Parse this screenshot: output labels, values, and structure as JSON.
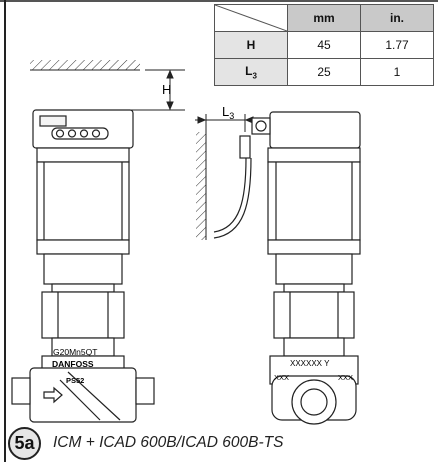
{
  "table": {
    "header": [
      "mm",
      "in."
    ],
    "rows": [
      {
        "label": "H",
        "mm": "45",
        "in": "1.77"
      },
      {
        "label": "L",
        "label_sub": "3",
        "mm": "25",
        "in": "1"
      }
    ]
  },
  "drawing": {
    "dim_h": "H",
    "dim_l3": "L",
    "dim_l3_sub": "3",
    "valve_marking": "G20Mn5QT",
    "brand": "DANFOSS",
    "pressure_label": "PS52",
    "side_marking": "XXXXXX Y",
    "side_left": "XXX",
    "side_right": "XXX"
  },
  "caption": {
    "badge": "5a",
    "text": "ICM + ICAD 600B/ICAD 600B-TS"
  }
}
